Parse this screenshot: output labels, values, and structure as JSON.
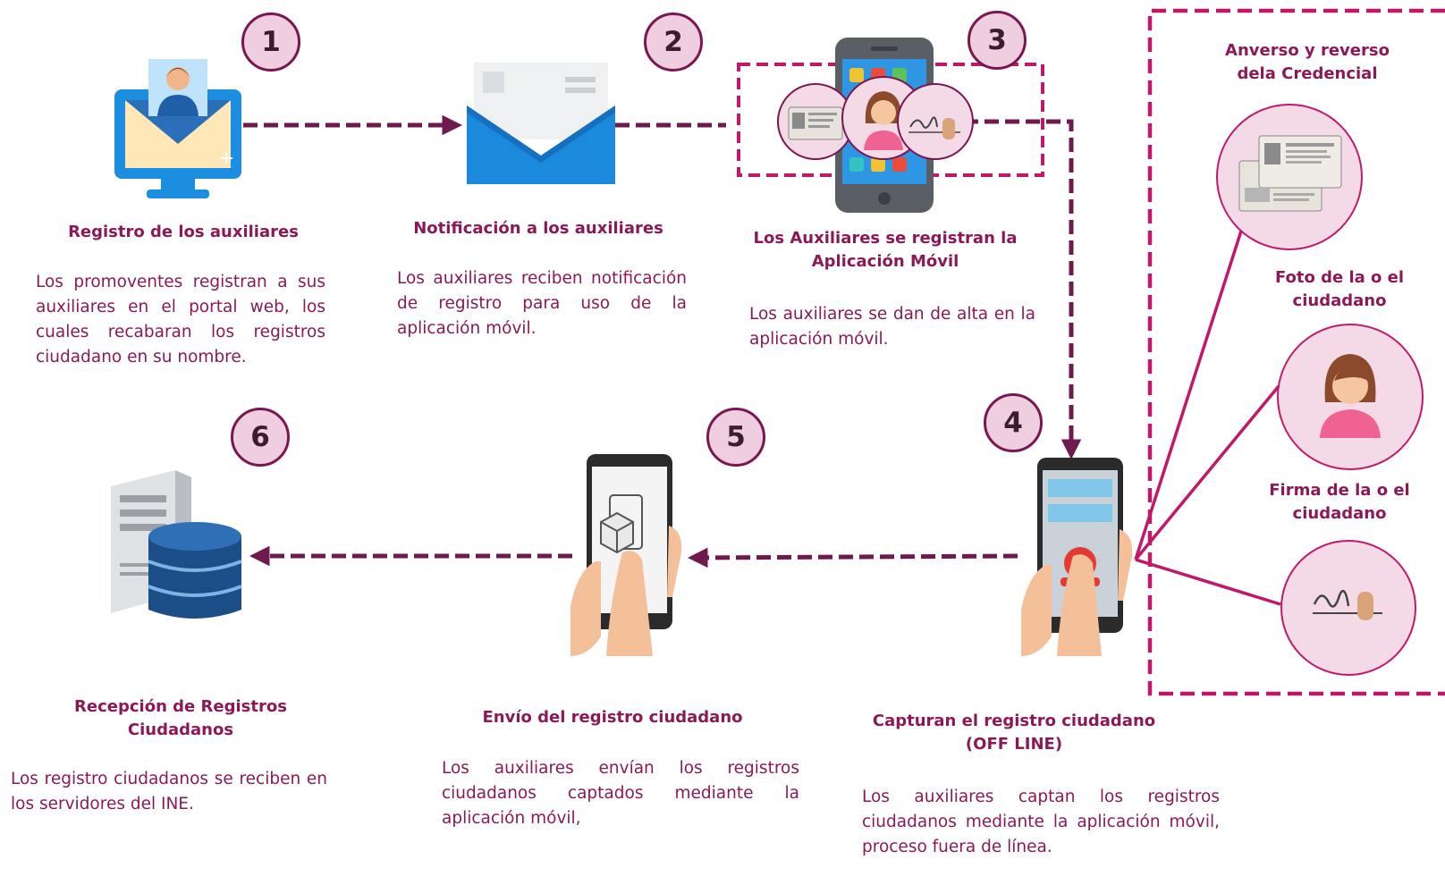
{
  "colors": {
    "accent": "#8a1a57",
    "circle_fill": "#efcfdf",
    "connector": "#6e1a4e",
    "side_line": "#c0196a"
  },
  "steps": [
    {
      "number": "1",
      "icon": "monitor-envelope-user-icon",
      "title": "Registro de los auxiliares",
      "description": "Los promoventes registran a sus auxiliares en el portal web, los cuales recabaran los registros ciudadano en su nombre."
    },
    {
      "number": "2",
      "icon": "envelope-icon",
      "title": "Notificación a los auxiliares",
      "description": "Los auxiliares reciben notificación de registro para uso de la aplicación móvil."
    },
    {
      "number": "3",
      "icon": "mobile-app-icon",
      "title": "Los Auxiliares se registran la Aplicación Móvil",
      "description": "Los auxiliares se dan de alta en la aplicación móvil."
    },
    {
      "number": "4",
      "icon": "hand-phone-capture-icon",
      "title": "Capturan el registro ciudadano (OFF LINE)",
      "description": "Los auxiliares captan los registros ciudadanos mediante la aplicación móvil, proceso fuera de línea."
    },
    {
      "number": "5",
      "icon": "hand-phone-send-icon",
      "title": "Envío del registro ciudadano",
      "description": "Los auxiliares envían los registros ciudadanos captados mediante la aplicación móvil,"
    },
    {
      "number": "6",
      "icon": "server-database-icon",
      "title": "Recepción de Registros Ciudadanos",
      "description": "Los registro ciudadanos se reciben en los servidores del INE."
    }
  ],
  "capture_items": [
    {
      "label": "Anverso y reverso dela Credencial",
      "icon": "id-card-icon"
    },
    {
      "label": "Foto de la o el ciudadano",
      "icon": "citizen-photo-icon"
    },
    {
      "label": "Firma de la o el ciudadano",
      "icon": "signature-icon"
    }
  ]
}
